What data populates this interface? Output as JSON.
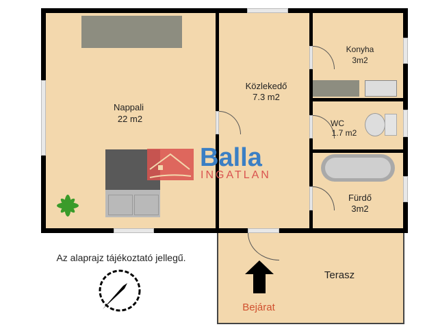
{
  "rooms": {
    "nappali": {
      "name": "Nappali",
      "area": "22 m2"
    },
    "kozlekedo": {
      "name": "Közlekedő",
      "area": "7.3 m2"
    },
    "konyha": {
      "name": "Konyha",
      "area": "3m2"
    },
    "wc": {
      "name": "WC",
      "area": "1.7 m2"
    },
    "furdo": {
      "name": "Fürdő",
      "area": "3m2"
    },
    "terasz": {
      "name": "Terasz"
    }
  },
  "entrance": "Bejárat",
  "disclaimer": "Az alaprajz tájékoztató jellegű.",
  "logo": {
    "brand": "Balla",
    "sub": "INGATLAN"
  },
  "compass": "N",
  "colors": {
    "floor": "#f3d8ad",
    "wall": "#000000",
    "logo_red": "#d9534f",
    "logo_blue": "#3b7fc4",
    "entrance": "#d0512f"
  }
}
